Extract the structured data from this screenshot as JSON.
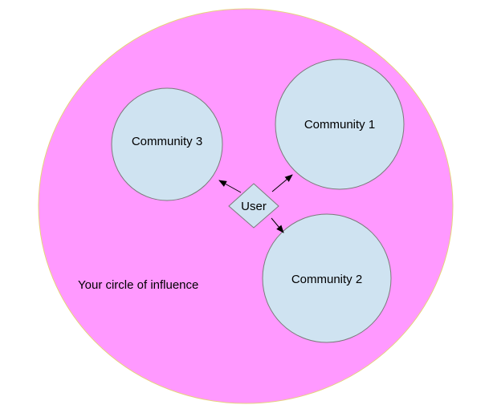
{
  "influence": {
    "label": "Your circle of influence",
    "fill": "#ff99ff",
    "stroke": "#e6d27a"
  },
  "communities": [
    {
      "id": "community-3",
      "label": "Community 3"
    },
    {
      "id": "community-1",
      "label": "Community 1"
    },
    {
      "id": "community-2",
      "label": "Community 2"
    }
  ],
  "community_style": {
    "fill": "#cfe3f1",
    "stroke": "#7a7a7a"
  },
  "user": {
    "label": "User",
    "fill": "#cfe3f1",
    "stroke": "#7a7a7a"
  },
  "edges": [
    {
      "from": "user",
      "to": "community-3"
    },
    {
      "from": "user",
      "to": "community-1"
    },
    {
      "from": "user",
      "to": "community-2"
    }
  ]
}
